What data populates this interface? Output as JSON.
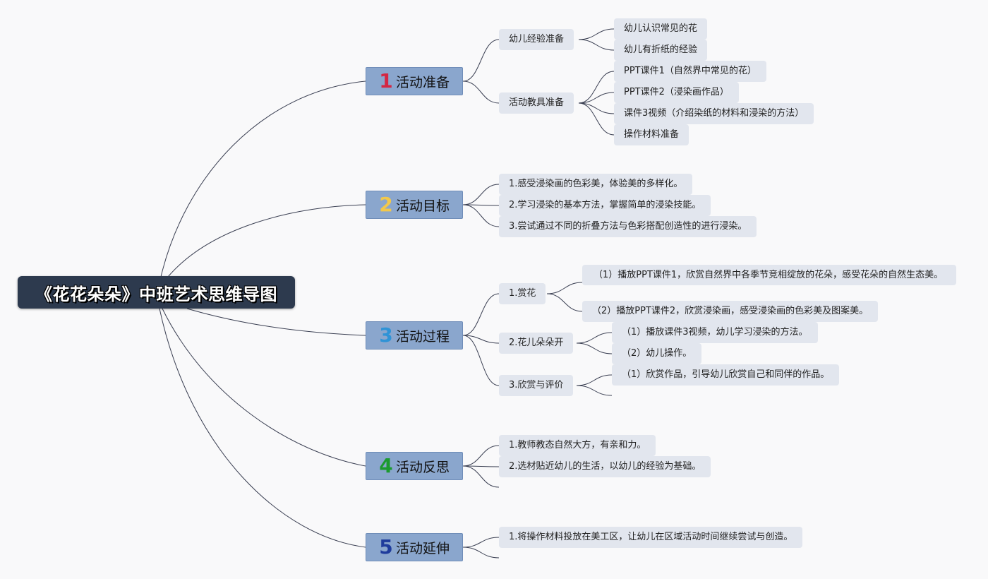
{
  "title": "《花花朵朵》中班艺术思维导图",
  "branches": [
    {
      "num": "1",
      "num_color": "#d42743",
      "label": "活动准备",
      "groups": [
        {
          "label": "幼儿经验准备",
          "items": [
            "幼儿认识常见的花",
            "幼儿有折纸的经验"
          ]
        },
        {
          "label": "活动教具准备",
          "items": [
            "PPT课件1（自然界中常见的花）",
            "PPT课件2（浸染画作品）",
            "课件3视频（介绍染纸的材料和浸染的方法）",
            "操作材料准备"
          ]
        }
      ]
    },
    {
      "num": "2",
      "num_color": "#f2c84b",
      "label": "活动目标",
      "items": [
        "1.感受浸染画的色彩美，体验美的多样化。",
        "2.学习浸染的基本方法，掌握简单的浸染技能。",
        "3.尝试通过不同的折叠方法与色彩搭配创造性的进行浸染。"
      ]
    },
    {
      "num": "3",
      "num_color": "#2f93d6",
      "label": "活动过程",
      "groups": [
        {
          "label": "1.赏花",
          "items": [
            "（1）播放PPT课件1，欣赏自然界中各季节竞相绽放的花朵，感受花朵的自然生态美。",
            "（2）播放PPT课件2，欣赏浸染画，感受浸染画的色彩美及图案美。"
          ]
        },
        {
          "label": "2.花儿朵朵开",
          "items": [
            "（1）播放课件3视频，幼儿学习浸染的方法。",
            "（2）幼儿操作。"
          ]
        },
        {
          "label": "3.欣赏与评价",
          "items": [
            "（1）欣赏作品，引导幼儿欣赏自己和同伴的作品。"
          ]
        }
      ]
    },
    {
      "num": "4",
      "num_color": "#1c9a2f",
      "label": "活动反思",
      "items": [
        "1.教师教态自然大方，有亲和力。",
        "2.选材贴近幼儿的生活，以幼儿的经验为基础。"
      ]
    },
    {
      "num": "5",
      "num_color": "#1f3c9c",
      "label": "活动延伸",
      "items": [
        "1.将操作材料投放在美工区，让幼儿在区域活动时间继续尝试与创造。"
      ]
    }
  ],
  "colors": {
    "connector": "#3a3f52",
    "root_bg": "#2d3a4e",
    "main_bg": "#8aa6cd",
    "node_bg": "#e2e6ee"
  }
}
